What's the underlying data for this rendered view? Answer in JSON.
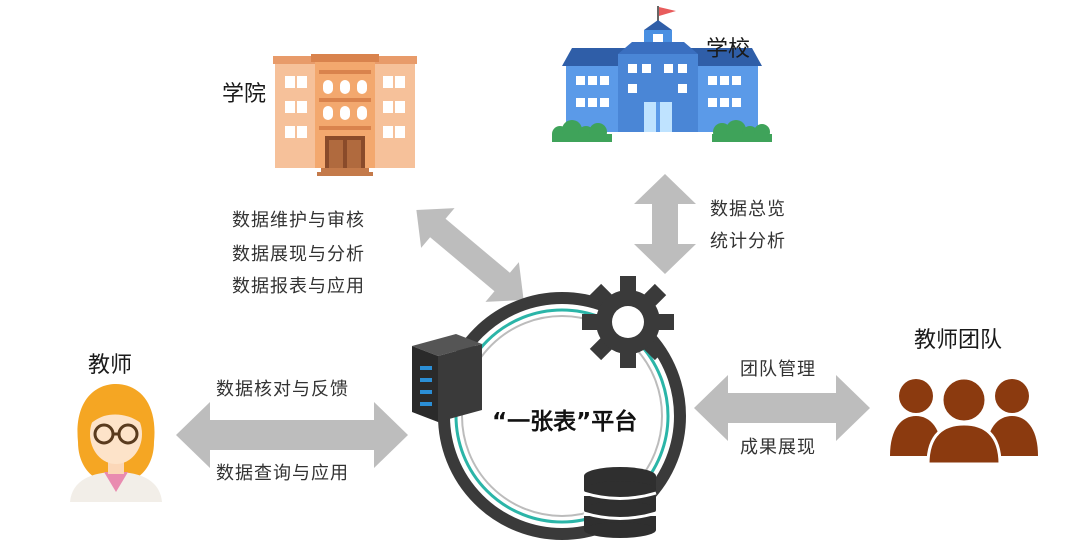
{
  "nodes": {
    "college": "学院",
    "school": "学校",
    "teacher": "教师",
    "team": "教师团队",
    "platform": "“一张表”平台"
  },
  "edges": {
    "college_platform": [
      "数据维护与审核",
      "数据展现与分析",
      "数据报表与应用"
    ],
    "school_platform": [
      "数据总览",
      "统计分析"
    ],
    "teacher_platform_top": "数据核对与反馈",
    "teacher_platform_bottom": "数据查询与应用",
    "team_platform_top": "团队管理",
    "team_platform_bottom": "成果展现"
  },
  "colors": {
    "arrow": "#bdbdbd",
    "ring_outer": "#3a3a3a",
    "ring_accent": "#2bb5a8",
    "team": "#8b3a0f",
    "teacher_hair": "#f5a623",
    "school_blue": "#4a90e2",
    "college_peach": "#f6c19a"
  },
  "icons": [
    "college-building-icon",
    "school-building-icon",
    "teacher-avatar-icon",
    "team-people-icon",
    "server-icon",
    "gear-icon",
    "database-icon"
  ]
}
